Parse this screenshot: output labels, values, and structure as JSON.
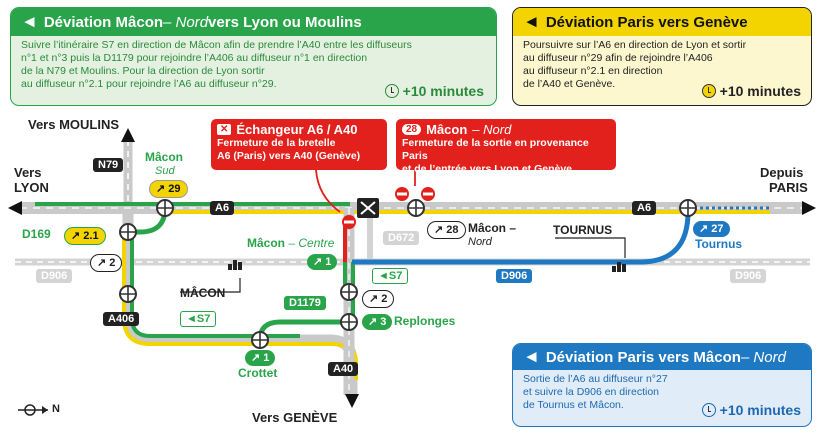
{
  "box_macon_nord": {
    "title_a": "Déviation Mâcon",
    "title_b": " – Nord",
    "title_c": " vers Lyon ou Moulins",
    "line1": "Suivre l’itinéraire S7 en direction de Mâcon afin de prendre l’A40 entre les diffuseurs",
    "line2": "n°1 et n°3 puis la D1179 pour rejoindre l’A406 au diffuseur n°1 en direction",
    "line3": "de la N79 et Moulins. Pour la direction de Lyon sortir",
    "line4": "au diffuseur n°2.1 pour rejoindre l’A6 au diffuseur n°29.",
    "time": "+10 minutes"
  },
  "box_paris_geneve": {
    "title": "Déviation Paris vers Genève",
    "line1": "Poursuivre sur l’A6 en direction de Lyon et sortir",
    "line2": "au diffuseur n°29 afin de rejoindre l’A406",
    "line3": "au diffuseur n°2.1 en direction",
    "line4": "de l’A40 et Genève.",
    "time": "+10 minutes"
  },
  "box_paris_macon": {
    "title_a": "Déviation Paris vers Mâcon",
    "title_b": " – Nord",
    "line1": "Sortie de l’A6 au diffuseur n°27",
    "line2": "et suivre la D906 en direction",
    "line3": "de Tournus et Mâcon.",
    "time": "+10 minutes"
  },
  "alert_echangeur": {
    "title": "Échangeur A6 / A40",
    "line1": "Fermeture de la bretelle",
    "line2": "A6 (Paris) vers A40 (Genève)"
  },
  "alert_macon_nord": {
    "badge": "28",
    "title_a": "Mâcon",
    "title_b": " – Nord",
    "line1": "Fermeture de la sortie en provenance Paris",
    "line2": "et de l’entrée vers Lyon et Genève"
  },
  "labels": {
    "vers_moulins": "Vers MOULINS",
    "vers": "Vers",
    "lyon": "LYON",
    "depuis": "Depuis",
    "paris": "PARIS",
    "vers_geneve": "Vers GENÈVE",
    "macon": "Mâcon",
    "sud": "Sud",
    "macon_centre_a": "Mâcon",
    "macon_centre_b": " – Centre",
    "macon_nord_a": "Mâcon –",
    "macon_nord_b": "Nord",
    "tournus_town": "TOURNUS",
    "tournus": "Tournus",
    "macon_town": "MÂCON",
    "replonges": "Replonges",
    "crottet": "Crottet",
    "d169": "D169",
    "compass": "N"
  },
  "roads": {
    "n79": "N79",
    "a6_left": "A6",
    "a6_right": "A6",
    "a406": "A406",
    "a40": "A40",
    "d672": "D672",
    "d906_left": "D906",
    "d906_mid": "D906",
    "d906_right": "D906",
    "d1179": "D1179",
    "s7_a": "◄S7",
    "s7_b": "◄S7"
  },
  "exits": {
    "x29": "29",
    "x2_1": "2.1",
    "x2_left": "2",
    "x1_centre": "1",
    "x28": "28",
    "x27": "27",
    "x2_right": "2",
    "x3": "3",
    "x1_crottet": "1"
  },
  "colors": {
    "green": "#2aa44a",
    "yellow": "#f3d400",
    "blue": "#1e78c2",
    "red": "#e2201c",
    "grey": "#c9c9c9"
  }
}
